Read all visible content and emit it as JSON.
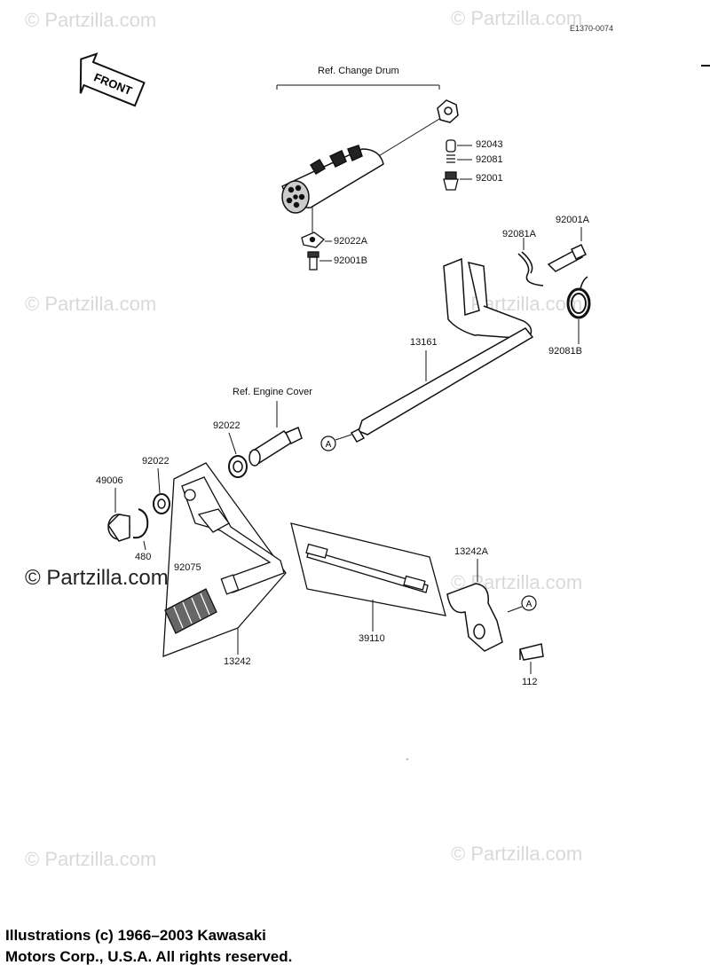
{
  "figure_code": "E1370-0074",
  "front_label": "FRONT",
  "watermarks": [
    "© Partzilla.com",
    "© Partzilla.com",
    "© Partzilla.com",
    "© Partzilla.com",
    "© Partzilla.com",
    "© Partzilla.com",
    "© Partzilla.com",
    "© Partzilla.com"
  ],
  "refs": {
    "change_drum": "Ref.  Change Drum",
    "engine_cover": "Ref.  Engine Cover"
  },
  "callout_letter": "A",
  "parts": {
    "p92043": "92043",
    "p92081": "92081",
    "p92001": "92001",
    "p92022A": "92022A",
    "p92001B": "92001B",
    "p92081A": "92081A",
    "p92001A": "92001A",
    "p92081B": "92081B",
    "p13161": "13161",
    "p92022_top": "92022",
    "p92022_left": "92022",
    "p49006": "49006",
    "p480": "480",
    "p92075": "92075",
    "p13242": "13242",
    "p39110": "39110",
    "p13242A": "13242A",
    "p112": "112"
  },
  "copyright": {
    "line1": "Illustrations (c) 1966–2003 Kawasaki",
    "line2": "Motors Corp., U.S.A.  All rights reserved."
  }
}
